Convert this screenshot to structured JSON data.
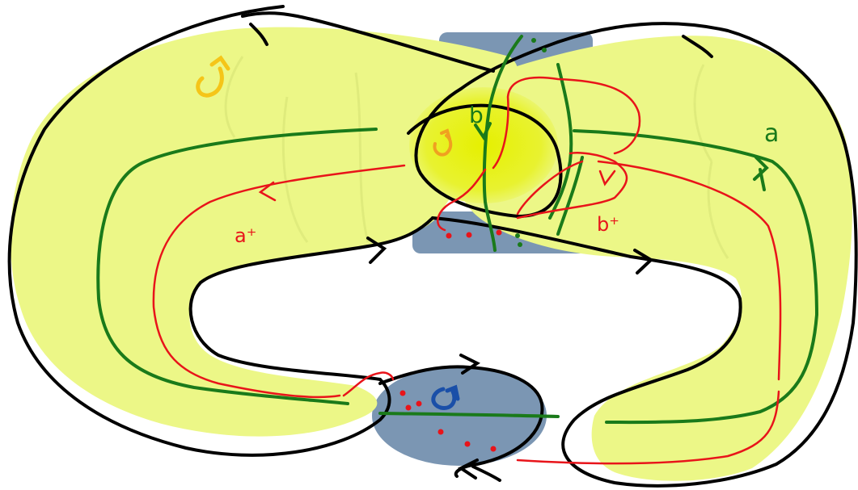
{
  "labels": {
    "a": "a",
    "b": "b",
    "a_plus": "a⁺",
    "b_plus": "b⁺"
  },
  "colors": {
    "surface": "#ecf787",
    "surface_glow": "#e8f000",
    "disk": "#7b96b3",
    "boundary": "#000000",
    "green_curve": "#1a7a1a",
    "red_curve": "#e8141a",
    "orientation_yellow": "#f5c518",
    "orientation_blue": "#1a4fa8"
  },
  "icons": {
    "top_left_rotation": "clockwise-arrow-icon",
    "center_rotation": "clockwise-arrow-icon",
    "bottom_disk_rotation": "clockwise-arrow-icon"
  }
}
